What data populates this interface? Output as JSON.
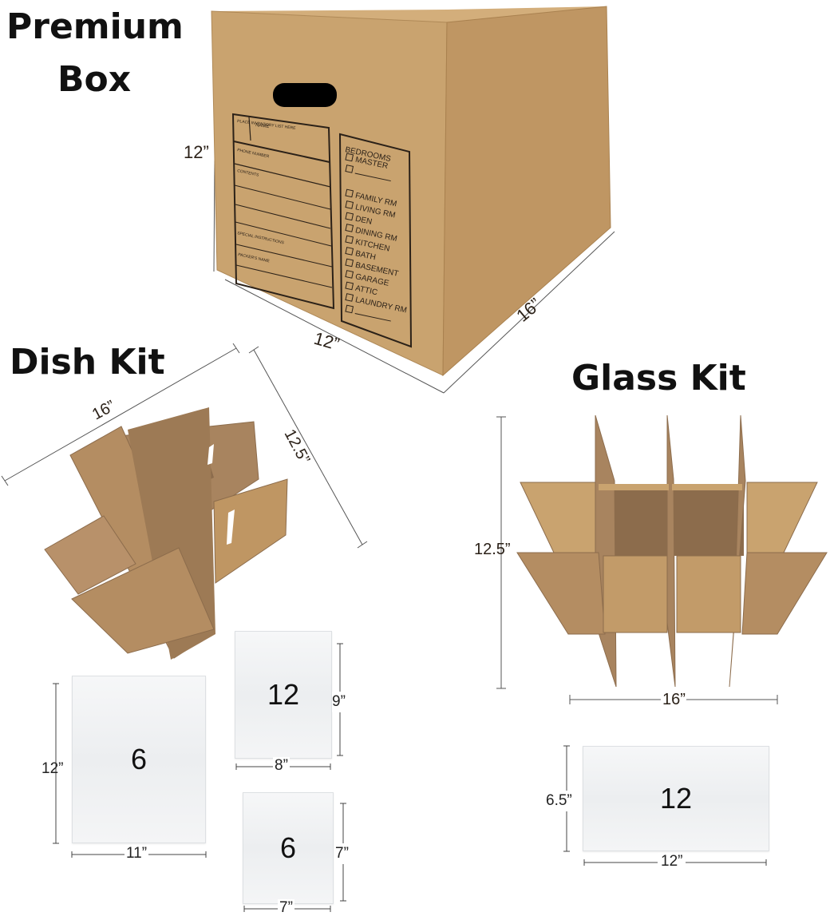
{
  "headings": {
    "premium_line1": "Premium",
    "premium_line2": "Box",
    "dish_kit": "Dish Kit",
    "glass_kit": "Glass Kit"
  },
  "box": {
    "height": "12”",
    "width": "12”",
    "depth": "16”",
    "form": {
      "place_inventory": "PLACE INVENTORY LIST HERE",
      "name": "NAME",
      "phone": "PHONE NUMBER",
      "contents": "CONTENTS",
      "special": "SPECIAL INSTRUCTIONS",
      "packer": "PACKER'S NAME",
      "bedrooms": "BEDROOMS",
      "rooms": [
        "MASTER",
        "",
        "FAMILY RM",
        "LIVING RM",
        "DEN",
        "DINING RM",
        "KITCHEN",
        "BATH",
        "BASEMENT",
        "GARAGE",
        "ATTIC",
        "LAUNDRY RM",
        ""
      ]
    }
  },
  "dish_kit": {
    "length": "16”",
    "depth": "12.5”",
    "sheets": [
      {
        "count": "6",
        "height": "12”",
        "width": "11”"
      },
      {
        "count": "12",
        "height": "9”",
        "width": "8”"
      },
      {
        "count": "6",
        "height": "7”",
        "width": "7”"
      }
    ]
  },
  "glass_kit": {
    "height": "12.5”",
    "width": "16”",
    "sheet": {
      "count": "12",
      "height": "6.5”",
      "width": "12”"
    }
  },
  "colors": {
    "cardboard_front": "#c9a36f",
    "cardboard_side": "#bf9663",
    "cardboard_top": "#d3ae7b",
    "divider": "#a8845f",
    "divider_dark": "#8c6c4c",
    "print": "#2b2118"
  }
}
